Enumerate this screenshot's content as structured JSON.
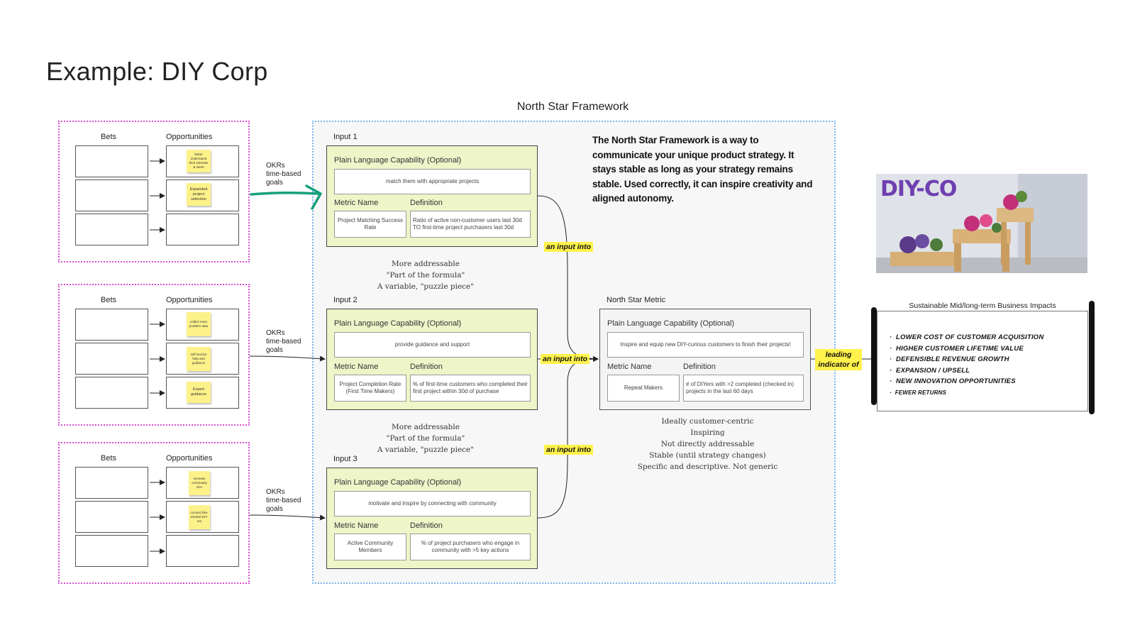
{
  "title": "Example: DIY Corp",
  "framework_title": "North Star Framework",
  "framework_description": "The North Star Framework is a way to communicate your unique product strategy. It stays stable as long as your strategy remains stable. Used correctly, it can inspire creativity and aligned autonomy.",
  "bets_groups": [
    {
      "bets_header": "Bets",
      "opportunities_header": "Opportunities",
      "stickies": [
        "better understand their interests & intent",
        "Expanded project selection",
        ""
      ],
      "okr_label": [
        "OKRs",
        "time-based",
        "goals"
      ]
    },
    {
      "bets_header": "Bets",
      "opportunities_header": "Opportunities",
      "stickies": [
        "collect more problem data",
        "self-service help and guidance",
        "Expert guidance"
      ],
      "okr_label": [
        "OKRs",
        "time-based",
        "goals"
      ]
    },
    {
      "bets_header": "Bets",
      "opportunities_header": "Opportunities",
      "stickies": [
        "increase community size",
        "connect like-minded DIY-ers",
        ""
      ],
      "okr_label": [
        "OKRs",
        "time-based",
        "goals"
      ]
    }
  ],
  "inputs": [
    {
      "label": "Input 1",
      "capability_header": "Plain Language Capability (Optional)",
      "capability": "match them with appropriate projects",
      "metric_header": "Metric Name",
      "definition_header": "Definition",
      "metric": "Project Matching Success Rate",
      "definition": "Ratio of active non-customer users last 30d TO first-time project purchasers last 30d"
    },
    {
      "label": "Input 2",
      "capability_header": "Plain Language Capability (Optional)",
      "capability": "provide guidance and support",
      "metric_header": "Metric Name",
      "definition_header": "Definition",
      "metric": "Project Completion Rate (First Time Makers)",
      "definition": "% of first-time customers who completed their first project within 30d of purchase"
    },
    {
      "label": "Input 3",
      "capability_header": "Plain Language Capability (Optional)",
      "capability": "motivate and inspire by connecting with community",
      "metric_header": "Metric Name",
      "definition_header": "Definition",
      "metric": "Active Community Members",
      "definition": "% of project purchasers who engage in community with >5 key actions"
    }
  ],
  "input_notes": {
    "line1": "More addressable",
    "line2": "\"Part of the formula\"",
    "line3": "A variable, \"puzzle piece\""
  },
  "connector_labels": {
    "an_input_into": "an input into",
    "leading_indicator_of": "leading indicator of"
  },
  "north_star": {
    "label": "North Star Metric",
    "capability_header": "Plain Language Capability (Optional)",
    "capability": "Inspire and equip new DIY-curious customers to finish their projects!",
    "metric_header": "Metric Name",
    "definition_header": "Definition",
    "metric": "Repeat Makers",
    "definition": "# of DIYers with >2 completed (checked in) projects in the last 60 days",
    "notes": [
      "Ideally customer-centric",
      "Inspiring",
      "Not directly addressable",
      "Stable (until strategy changes)",
      "Specific and descriptive. Not generic"
    ]
  },
  "brand": "DIY-CO",
  "impacts": {
    "title": "Sustainable Mid/long-term Business Impacts",
    "items": [
      "Lower cost of customer acquisition",
      "Higher customer lifetime value",
      "Defensible revenue growth",
      "Expansion / upsell",
      "New innovation opportunities",
      "Fewer returns"
    ]
  },
  "colors": {
    "input_fill": "#edf5c9",
    "bets_border": "#d84fd4",
    "framework_border": "#7ab8ef",
    "highlight": "#fff24a",
    "brand": "#6f3fb0",
    "green_arrow": "#16a07a"
  }
}
